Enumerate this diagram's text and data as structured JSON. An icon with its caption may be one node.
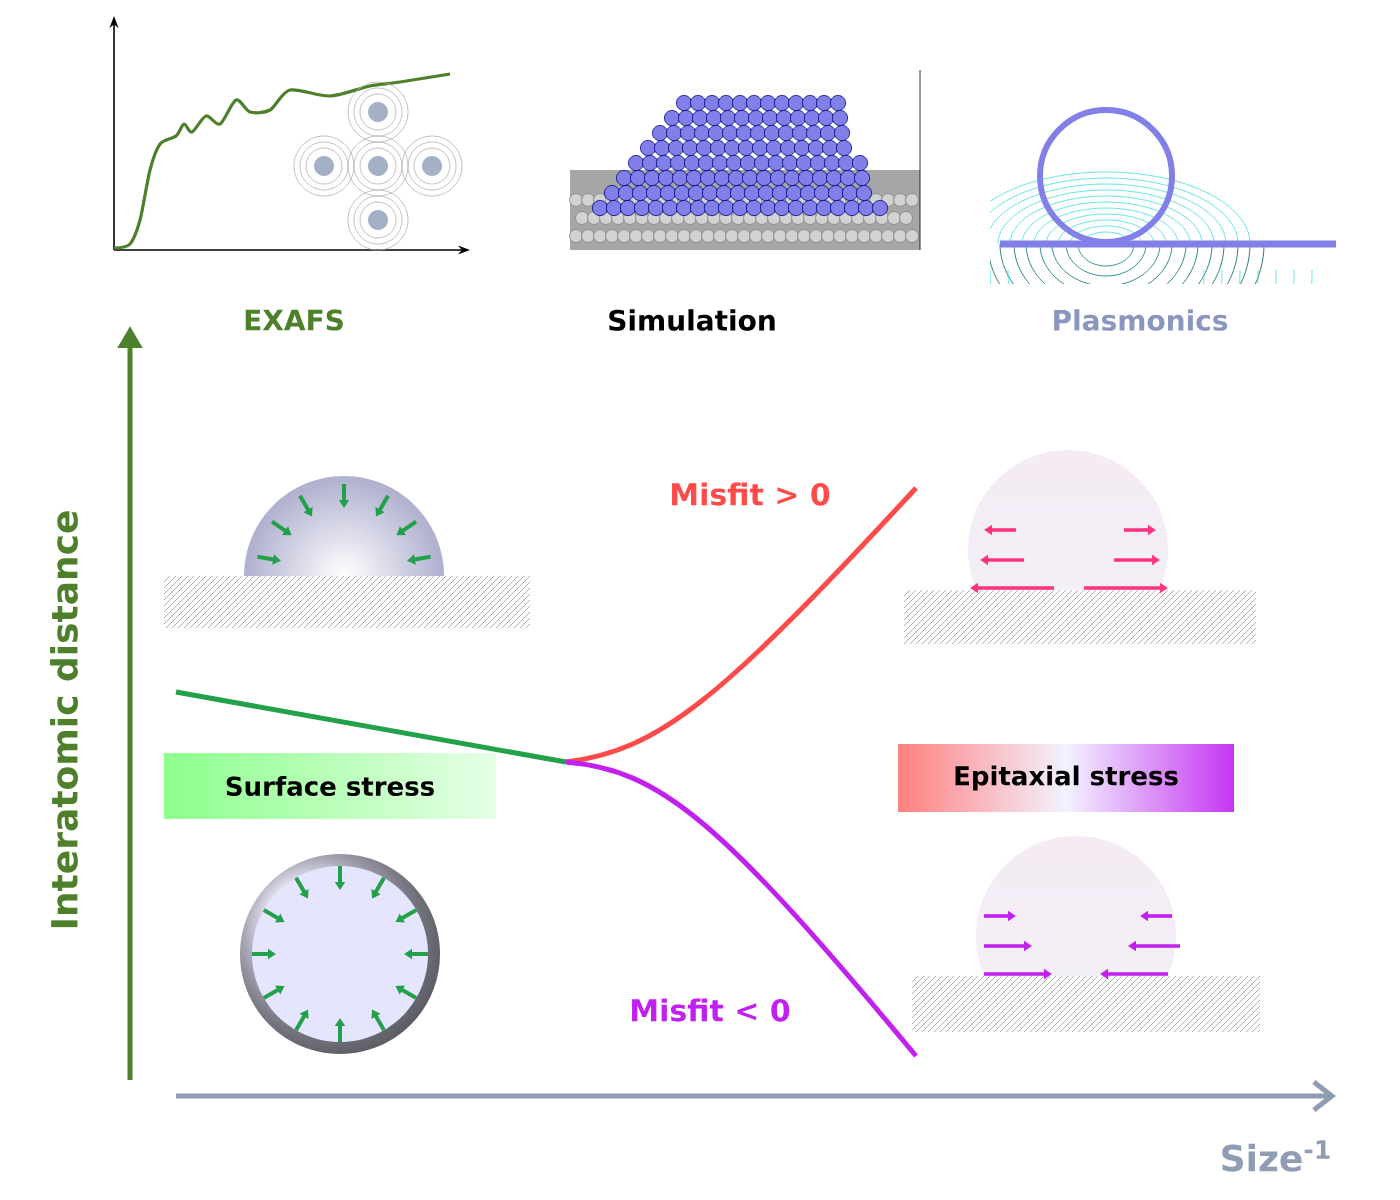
{
  "diagram": {
    "nodes": [
      {
        "text": [
          "Surface stress"
        ]
      },
      {
        "text": [
          "Epitaxial stress"
        ]
      }
    ],
    "labels": [
      "EXAFS",
      "Simulation",
      "Plasmonics",
      "Interatomic distance",
      "Misfit > 0",
      "Misfit < 0",
      "Size$^{-1}$"
    ]
  }
}
